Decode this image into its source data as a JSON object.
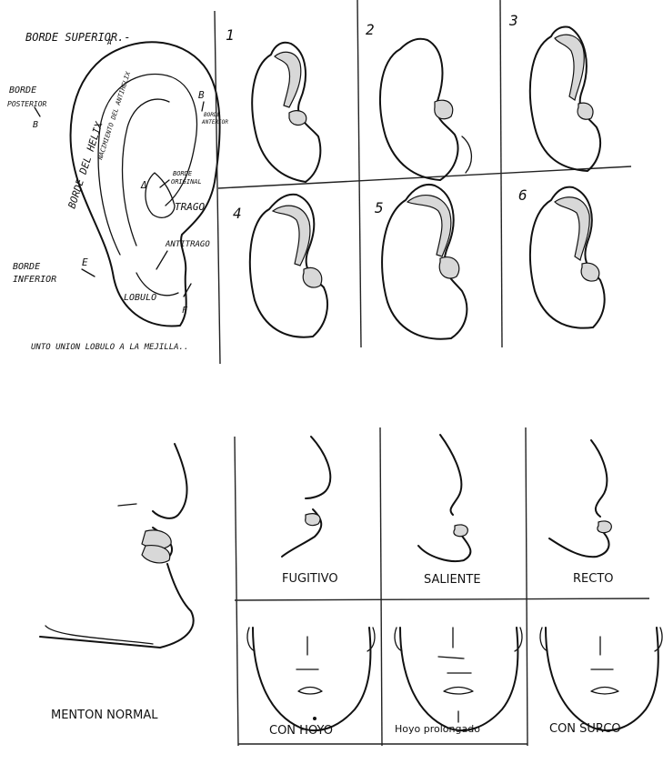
{
  "ear_annotations": {
    "borde_superior": "BORDE SUPERIOR.-",
    "a": "A",
    "borde_posterior_1": "BORDE",
    "borde_posterior_2": "POSTERIOR",
    "b_left": "B",
    "borde_del_helix": "BORDE DEL HELIX",
    "nacimiento": "NACIMIENTO DEL ANTIHELIX",
    "b_right": "B",
    "borde_anterior_1": "BORDE",
    "borde_anterior_2": "ANTERIOR",
    "borde_original_1": "BORDE",
    "borde_original_2": "ORIGINAL",
    "delta": "Δ",
    "trago": "TRAGO",
    "antitrago": "ANTITRAGO",
    "borde_inferior_1": "BORDE",
    "borde_inferior_2": "INFERIOR",
    "e": "E",
    "lobulo": "LOBULO",
    "f": "F",
    "punto_union": "UNTO UNION LOBULO A LA MEJILLA.."
  },
  "ear_panels": [
    "1",
    "2",
    "3",
    "4",
    "5",
    "6"
  ],
  "chin_labels": {
    "fugitivo": "FUGITIVO",
    "saliente": "SALIENTE",
    "recto": "RECTO",
    "menton_normal": "MENTON NORMAL",
    "con_hoyo": "CON HOYO",
    "hoyo_prolongado": "Hoyo prolongado",
    "con_surco": "CON SURCO"
  }
}
